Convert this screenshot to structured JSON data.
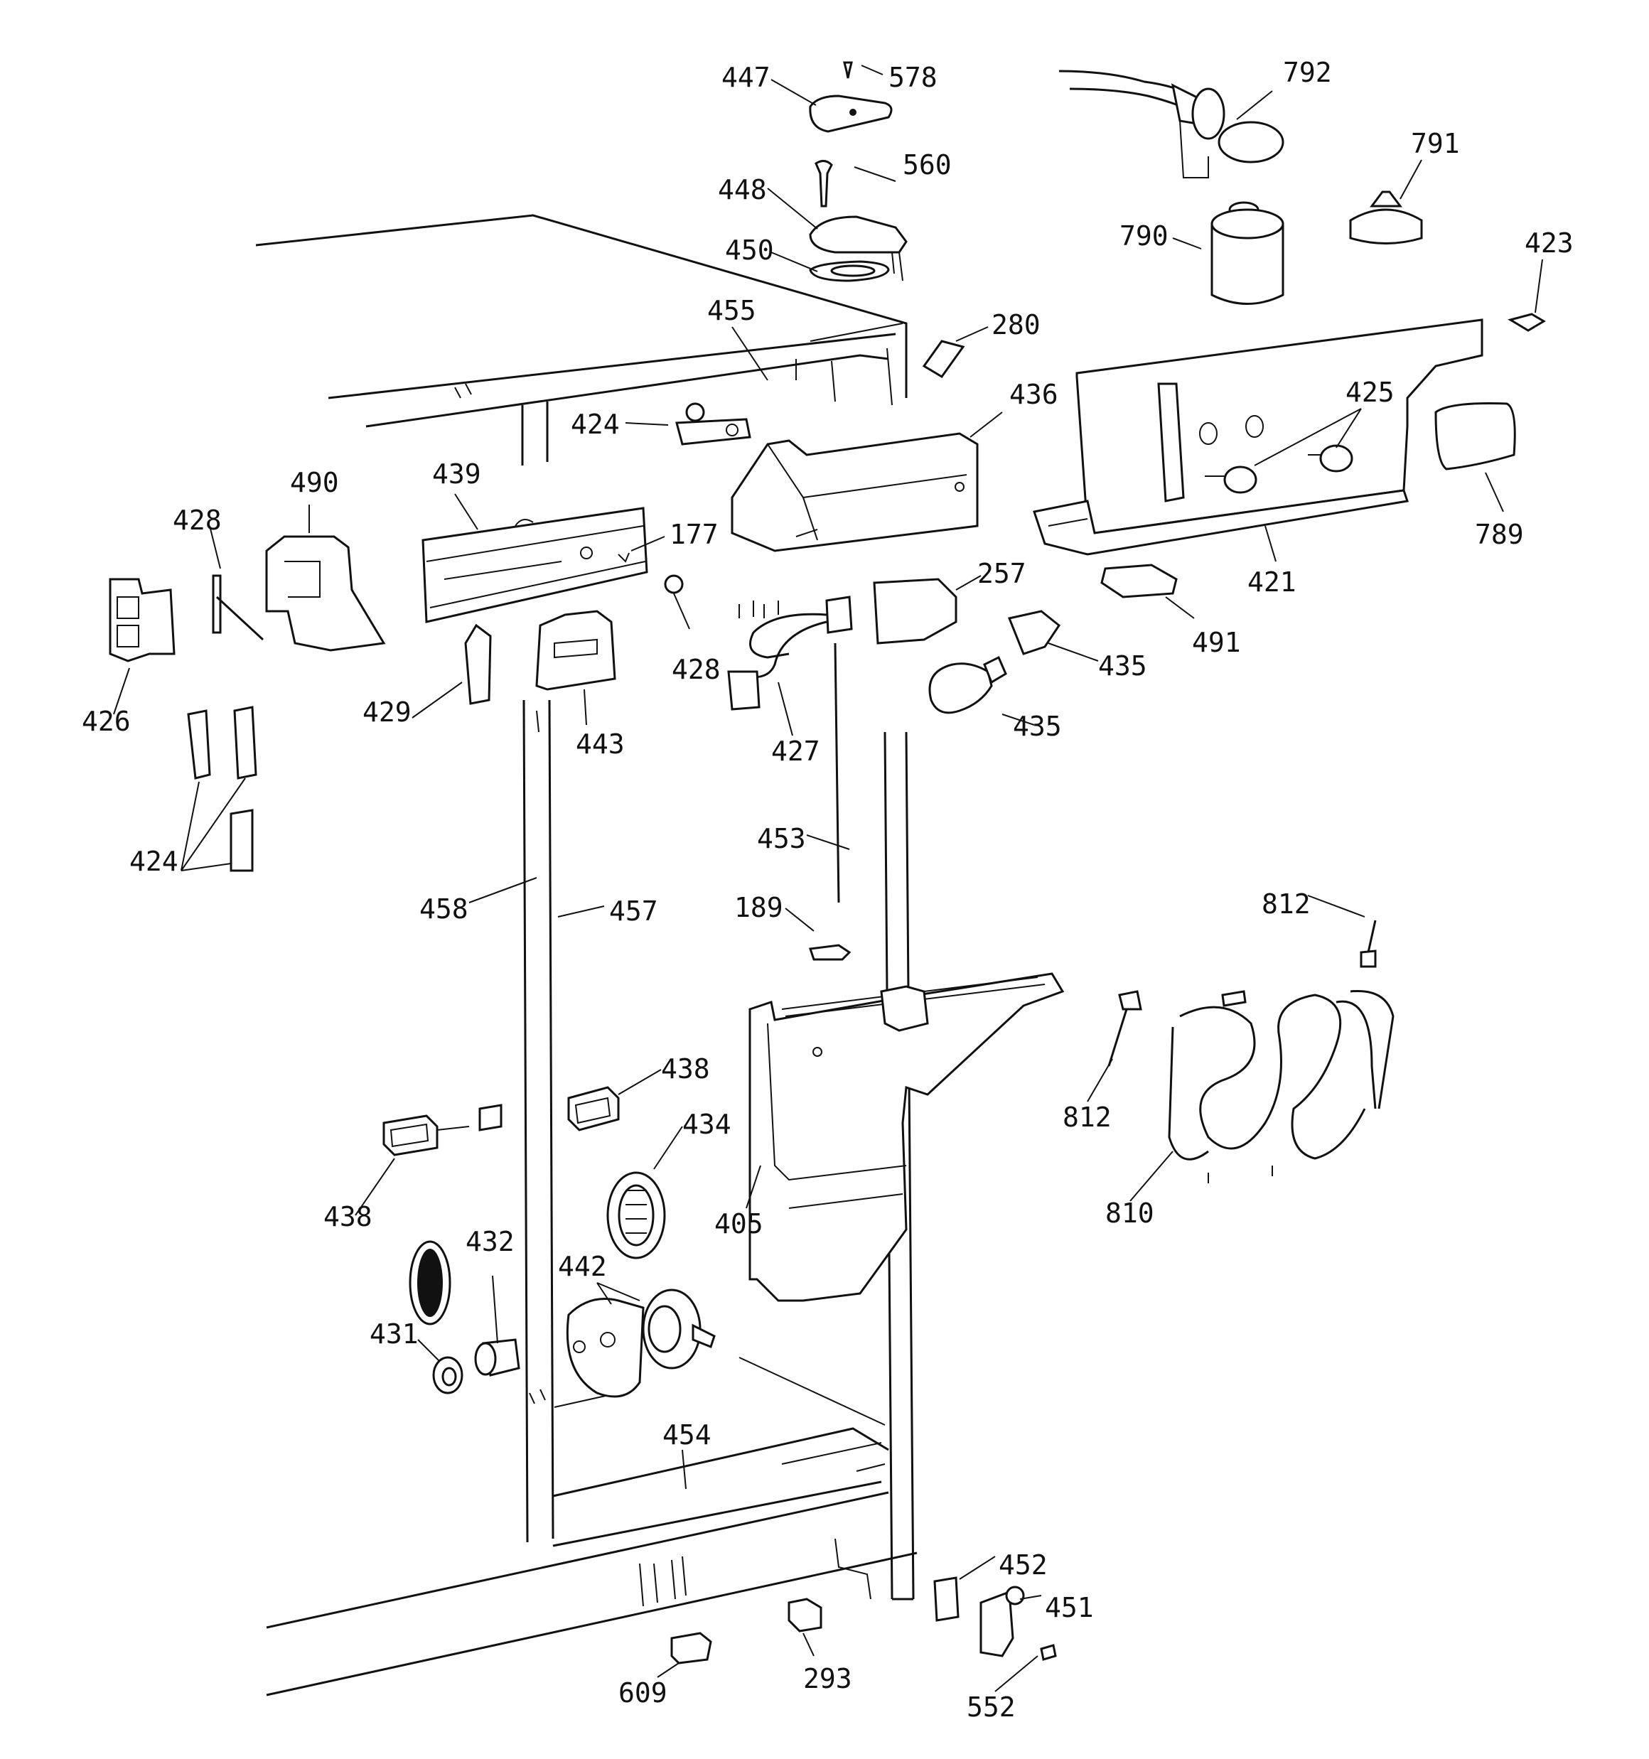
{
  "callouts": [
    {
      "id": "c578",
      "text": "578"
    },
    {
      "id": "c447",
      "text": "447"
    },
    {
      "id": "c792",
      "text": "792"
    },
    {
      "id": "c560",
      "text": "560"
    },
    {
      "id": "c448",
      "text": "448"
    },
    {
      "id": "c791",
      "text": "791"
    },
    {
      "id": "c450",
      "text": "450"
    },
    {
      "id": "c790",
      "text": "790"
    },
    {
      "id": "c423",
      "text": "423"
    },
    {
      "id": "c455",
      "text": "455"
    },
    {
      "id": "c280",
      "text": "280"
    },
    {
      "id": "c436",
      "text": "436"
    },
    {
      "id": "c425",
      "text": "425"
    },
    {
      "id": "c424a",
      "text": "424"
    },
    {
      "id": "c490",
      "text": "490"
    },
    {
      "id": "c439",
      "text": "439"
    },
    {
      "id": "c428a",
      "text": "428"
    },
    {
      "id": "c177",
      "text": "177"
    },
    {
      "id": "c789",
      "text": "789"
    },
    {
      "id": "c421",
      "text": "421"
    },
    {
      "id": "c257",
      "text": "257"
    },
    {
      "id": "c491",
      "text": "491"
    },
    {
      "id": "c428b",
      "text": "428"
    },
    {
      "id": "c435a",
      "text": "435"
    },
    {
      "id": "c426",
      "text": "426"
    },
    {
      "id": "c429",
      "text": "429"
    },
    {
      "id": "c443",
      "text": "443"
    },
    {
      "id": "c427",
      "text": "427"
    },
    {
      "id": "c435b",
      "text": "435"
    },
    {
      "id": "c424b",
      "text": "424"
    },
    {
      "id": "c453",
      "text": "453"
    },
    {
      "id": "c458",
      "text": "458"
    },
    {
      "id": "c457",
      "text": "457"
    },
    {
      "id": "c189",
      "text": "189"
    },
    {
      "id": "c812a",
      "text": "812"
    },
    {
      "id": "c438a",
      "text": "438"
    },
    {
      "id": "c434",
      "text": "434"
    },
    {
      "id": "c812b",
      "text": "812"
    },
    {
      "id": "c438b",
      "text": "438"
    },
    {
      "id": "c405",
      "text": "405"
    },
    {
      "id": "c810",
      "text": "810"
    },
    {
      "id": "c432",
      "text": "432"
    },
    {
      "id": "c442",
      "text": "442"
    },
    {
      "id": "c431",
      "text": "431"
    },
    {
      "id": "c454",
      "text": "454"
    },
    {
      "id": "c452",
      "text": "452"
    },
    {
      "id": "c451",
      "text": "451"
    },
    {
      "id": "c293",
      "text": "293"
    },
    {
      "id": "c609",
      "text": "609"
    },
    {
      "id": "c552",
      "text": "552"
    }
  ]
}
